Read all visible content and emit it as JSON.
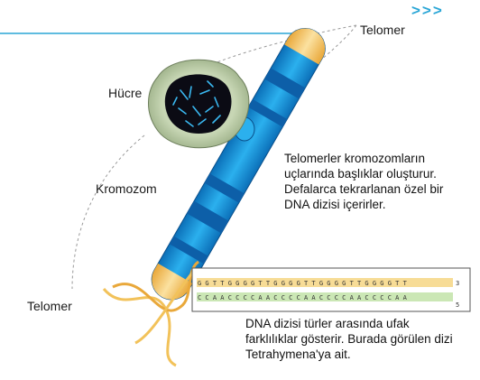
{
  "header": {
    "arrows": ">>>"
  },
  "labels": {
    "telomer_top": "Telomer",
    "telomer_bottom": "Telomer",
    "cell": "Hücre",
    "chromosome": "Kromozom"
  },
  "descriptions": {
    "telomere_caps": [
      "Telomerler kromozomların",
      "uçlarında başlıklar oluşturur.",
      "Defalarca tekrarlanan özel bir",
      "DNA dizisi içerirler."
    ],
    "dna_sequence_note": [
      "DNA dizisi türler arasında ufak",
      "farklılıklar gösterir. Burada görülen dizi",
      "Tetrahymena'ya ait."
    ]
  },
  "sequence": {
    "top_strand": "G G T T G G G G T T G G G G T T G G G G T T G G G G T T",
    "bottom_strand": "C C A A C C C C A A C C C C A A C C C C A A C C C C A A",
    "top_end": "3",
    "bottom_end": "5"
  },
  "colors": {
    "accent": "#2aa6d6",
    "chromosome_blue": "#1f8fd6",
    "chromosome_band": "#0d5fa8",
    "telomere_cap": "#f2c25a",
    "cell_fill": "#b9c9a4",
    "nucleus": "#0b0b14",
    "strand_top": "#f2c25a",
    "strand_bottom": "#9fd08a"
  }
}
